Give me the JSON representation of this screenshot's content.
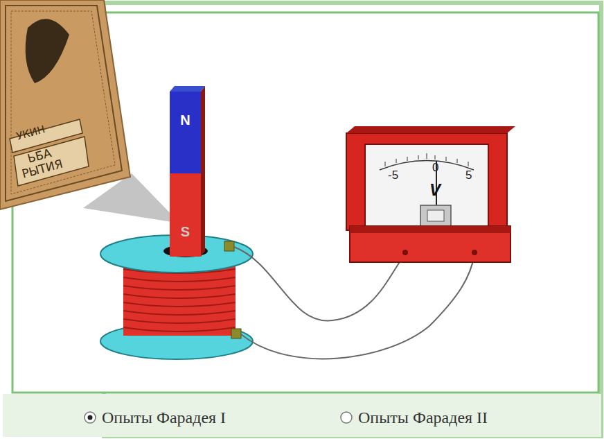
{
  "diagram": {
    "nodes": [
      {
        "text": [
          "N"
        ]
      },
      {
        "text": [
          "S"
        ]
      }
    ],
    "labels": [
      "УКИН",
      "ЬБА",
      "РЫТИЯ",
      "-5",
      "0",
      "5",
      "V",
      "Опыты Фарадея I",
      "Опыты Фарадея II"
    ]
  }
}
